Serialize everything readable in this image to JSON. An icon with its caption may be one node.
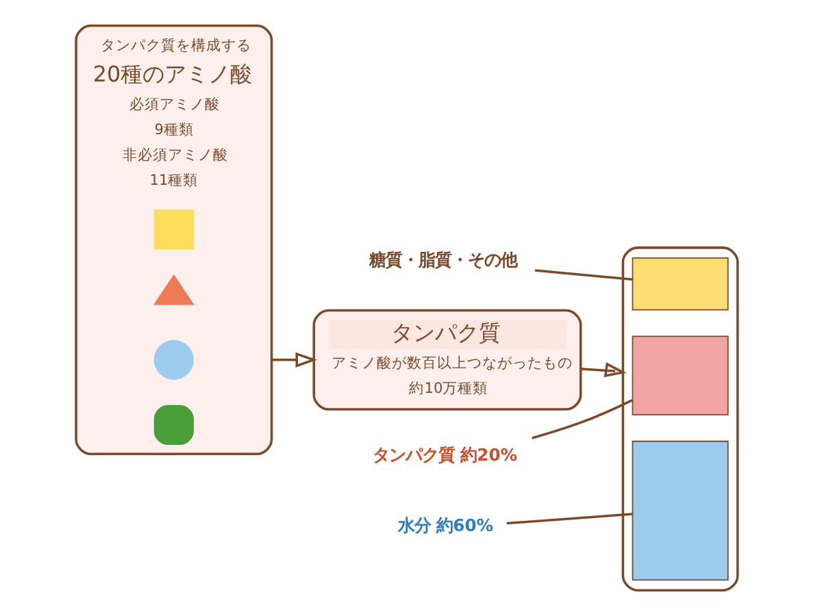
{
  "diagram": {
    "nodes": [
      {
        "text": [
          "タンパク質を構成する",
          "20種のアミノ酸",
          "必須アミノ酸",
          "9種類",
          "非必須アミノ酸",
          "11種類"
        ]
      },
      {
        "text": [],
        "shape": "box",
        "in": 0
      },
      {
        "text": [],
        "shape": "triangle",
        "in": 0
      },
      {
        "text": [],
        "shape": "circle",
        "in": 0
      },
      {
        "text": [],
        "shape": "box",
        "in": 0
      },
      {
        "text": [
          "タンパク質",
          "アミノ酸が数百以上つながったもの",
          "約10万種類"
        ]
      },
      {
        "text": [],
        "shape": "person"
      },
      {
        "text": [],
        "shape": "box",
        "in": 6
      },
      {
        "text": [],
        "shape": "box",
        "in": 6
      },
      {
        "text": [],
        "shape": "box",
        "in": 6
      },
      {
        "text": [
          "糖質・脂質・その他"
        ]
      },
      {
        "text": [
          "タンパク質 約20%"
        ]
      },
      {
        "text": [
          "水分 約60%"
        ]
      }
    ],
    "edges": [
      {
        "from": 0,
        "to": 5,
        "arrow": "to"
      },
      {
        "from": 5,
        "to": 6,
        "arrow": "to"
      },
      {
        "from": 10,
        "to": 7,
        "arrow": "none"
      },
      {
        "from": 11,
        "to": 8,
        "arrow": "none"
      },
      {
        "from": 12,
        "to": 9,
        "arrow": "none"
      }
    ]
  }
}
